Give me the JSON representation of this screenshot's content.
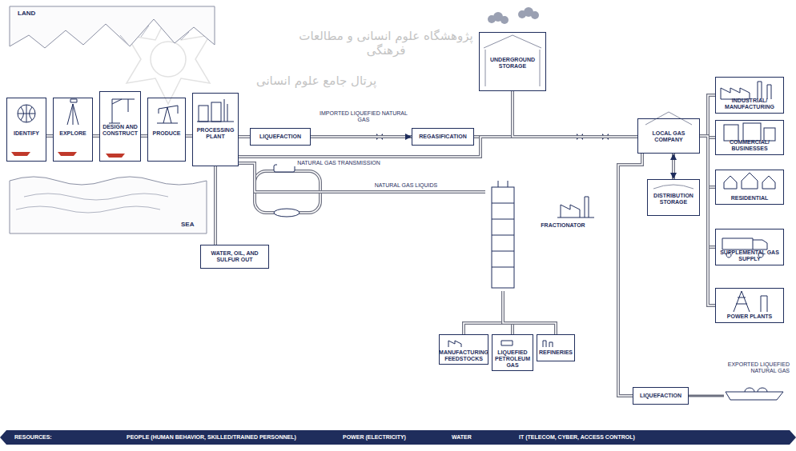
{
  "diagram": {
    "nodes": [
      {
        "text": [
          "IDENTIFY"
        ]
      },
      {
        "text": [
          "EXPLORE"
        ]
      },
      {
        "text": [
          "DESIGN AND CONSTRUCT"
        ]
      },
      {
        "text": [
          "PRODUCE"
        ]
      },
      {
        "text": [
          "PROCESSING PLANT"
        ]
      },
      {
        "text": [
          "LIQUEFACTION"
        ]
      },
      {
        "text": [
          "REGASIFICATION"
        ]
      },
      {
        "text": [
          "UNDERGROUND STORAGE"
        ]
      },
      {
        "text": [
          "LOCAL GAS COMPANY"
        ]
      },
      {
        "text": [
          "DISTRIBUTION STORAGE"
        ]
      },
      {
        "text": [
          "INDUSTRIAL/ MANUFACTURING"
        ]
      },
      {
        "text": [
          "COMMERCIAL/ BUSINESSES"
        ]
      },
      {
        "text": [
          "RESIDENTIAL"
        ]
      },
      {
        "text": [
          "SUPPLEMENTAL GAS SUPPLY"
        ]
      },
      {
        "text": [
          "POWER PLANTS"
        ]
      },
      {
        "text": [
          "FRACTIONATOR"
        ]
      },
      {
        "text": [
          "MANUFACTURING FEEDSTOCKS"
        ]
      },
      {
        "text": [
          "LIQUEFIED PETROLEUM GAS"
        ]
      },
      {
        "text": [
          "REFINERIES"
        ]
      },
      {
        "text": [
          "LIQUEFACTION"
        ]
      },
      {
        "text": [
          "RESOURCES:",
          "PEOPLE (HUMAN BEHAVIOR, SKILLED/TRAINED PERSONNEL)",
          "POWER (ELECTRICITY)",
          "WATER",
          "IT (TELECOM, CYBER, ACCESS CONTROL)"
        ]
      },
      {
        "text": [
          "WATER, OIL, AND SULFUR OUT"
        ]
      }
    ],
    "edges": [
      {
        "from": 0,
        "to": 1,
        "arrow": "none"
      },
      {
        "from": 1,
        "to": 2,
        "arrow": "none"
      },
      {
        "from": 2,
        "to": 3,
        "arrow": "none"
      },
      {
        "from": 3,
        "to": 4,
        "arrow": "none"
      },
      {
        "from": 4,
        "to": 5,
        "arrow": "none"
      },
      {
        "from": 5,
        "to": 6,
        "label": "IMPORTED LIQUEFIED NATURAL GAS",
        "arrow": "to"
      },
      {
        "from": 6,
        "to": 8,
        "arrow": "none"
      },
      {
        "from": 4,
        "to": 8,
        "label": "NATURAL GAS TRANSMISSION",
        "arrow": "none"
      },
      {
        "from": 7,
        "to": 8,
        "arrow": "none"
      },
      {
        "from": 4,
        "to": 15,
        "label": "NATURAL GAS LIQUIDS",
        "arrow": "none"
      },
      {
        "from": 15,
        "to": 16,
        "arrow": "none"
      },
      {
        "from": 15,
        "to": 17,
        "arrow": "none"
      },
      {
        "from": 15,
        "to": 18,
        "arrow": "none"
      },
      {
        "from": 8,
        "to": 9,
        "arrow": "both"
      },
      {
        "from": 8,
        "to": 10,
        "arrow": "none"
      },
      {
        "from": 8,
        "to": 11,
        "arrow": "none"
      },
      {
        "from": 8,
        "to": 12,
        "arrow": "none"
      },
      {
        "from": 8,
        "to": 13,
        "arrow": "none"
      },
      {
        "from": 8,
        "to": 14,
        "arrow": "none"
      },
      {
        "from": 8,
        "to": 19,
        "arrow": "none"
      },
      {
        "from": 4,
        "to": 21,
        "arrow": "none"
      }
    ],
    "labels": [
      "LAND",
      "SEA",
      "EXPORTED LIQUEFIED NATURAL GAS",
      "پژوهشگاه علوم انسانی و مطالعات فرهنگی",
      "پرتال جامع علوم انسانی"
    ]
  }
}
